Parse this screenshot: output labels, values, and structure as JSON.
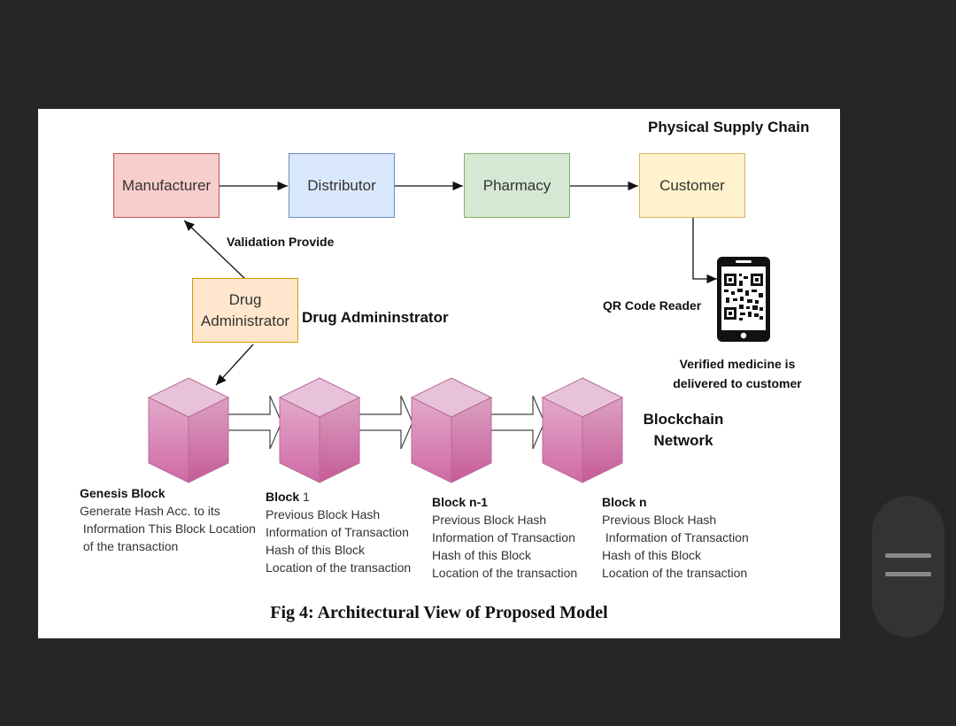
{
  "diagram": {
    "top_right_title": "Physical Supply Chain",
    "nodes": {
      "manufacturer": "Manufacturer",
      "distributor": "Distributor",
      "pharmacy": "Pharmacy",
      "customer": "Customer",
      "drug_admin_line1": "Drug",
      "drug_admin_line2": "Administrator"
    },
    "labels": {
      "validation": "Validation Provide",
      "drug_admin_side": "Drug Admininstrator",
      "qr_reader": "QR Code Reader",
      "verified_line1": "Verified medicine is",
      "verified_line2": "delivered to customer",
      "blockchain_line1": "Blockchain",
      "blockchain_line2": "Network"
    },
    "blocks": [
      {
        "title": "Genesis Block",
        "lines": [
          "Generate Hash Acc. to its",
          " Information This Block Location",
          " of the transaction"
        ]
      },
      {
        "title": "Block",
        "title_suffix": " 1",
        "lines": [
          "Previous Block Hash",
          "Information of Transaction",
          "Hash of this Block",
          "Location of the transaction"
        ]
      },
      {
        "title": "Block n-1",
        "lines": [
          "Previous Block Hash",
          "Information of Transaction",
          "Hash of this Block",
          "Location of the transaction"
        ]
      },
      {
        "title": "Block n",
        "lines": [
          "Previous Block Hash",
          " Information of Transaction",
          "Hash of this Block",
          "Location of the transaction"
        ]
      }
    ],
    "caption": "Fig 4: Architectural View of Proposed Model",
    "colors": {
      "manufacturer_fill": "#f8cecc",
      "manufacturer_border": "#b85450",
      "distributor_fill": "#dae8fc",
      "distributor_border": "#6c8ebf",
      "pharmacy_fill": "#d5e8d4",
      "pharmacy_border": "#82b366",
      "customer_fill": "#fff2cc",
      "customer_border": "#d6b656",
      "admin_fill": "#ffe6cc",
      "admin_border": "#d79b00",
      "cube_top": "#e6bfd6",
      "cube_front": "#d67fb0",
      "cube_side": "#c8609a"
    }
  }
}
